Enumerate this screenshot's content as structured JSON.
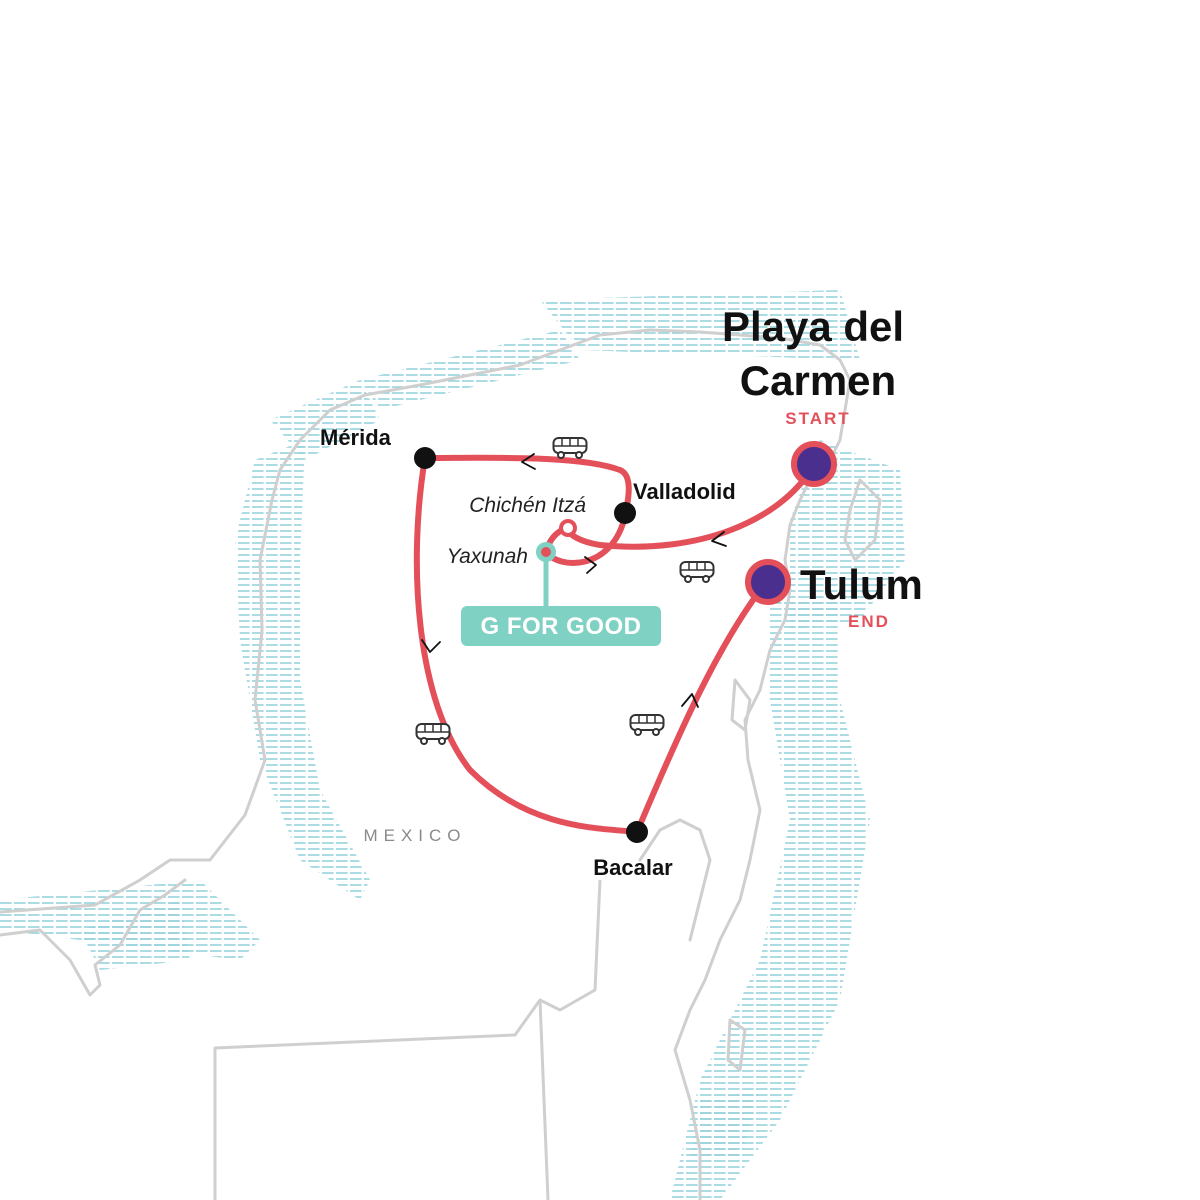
{
  "colors": {
    "route": "#e4505a",
    "land_outline": "#cfcfcf",
    "water": "#8fd0dc",
    "stop": "#111111",
    "endpoint_fill": "#4a2f8f",
    "gfg": "#7fd1c4"
  },
  "country": {
    "label": "MEXICO"
  },
  "start": {
    "name_line1": "Playa del",
    "name_line2": "Carmen",
    "tag": "START"
  },
  "end": {
    "name": "Tulum",
    "tag": "END"
  },
  "stops": {
    "merida": "Mérida",
    "valladolid": "Valladolid",
    "bacalar": "Bacalar"
  },
  "sites": {
    "chichen_itza": "Chichén Itzá",
    "yaxunah": "Yaxunah"
  },
  "gfg": {
    "label": "G FOR GOOD"
  },
  "icons": [
    "bus-icon",
    "route-direction-arrow-icon",
    "ocean-hatch-pattern"
  ]
}
